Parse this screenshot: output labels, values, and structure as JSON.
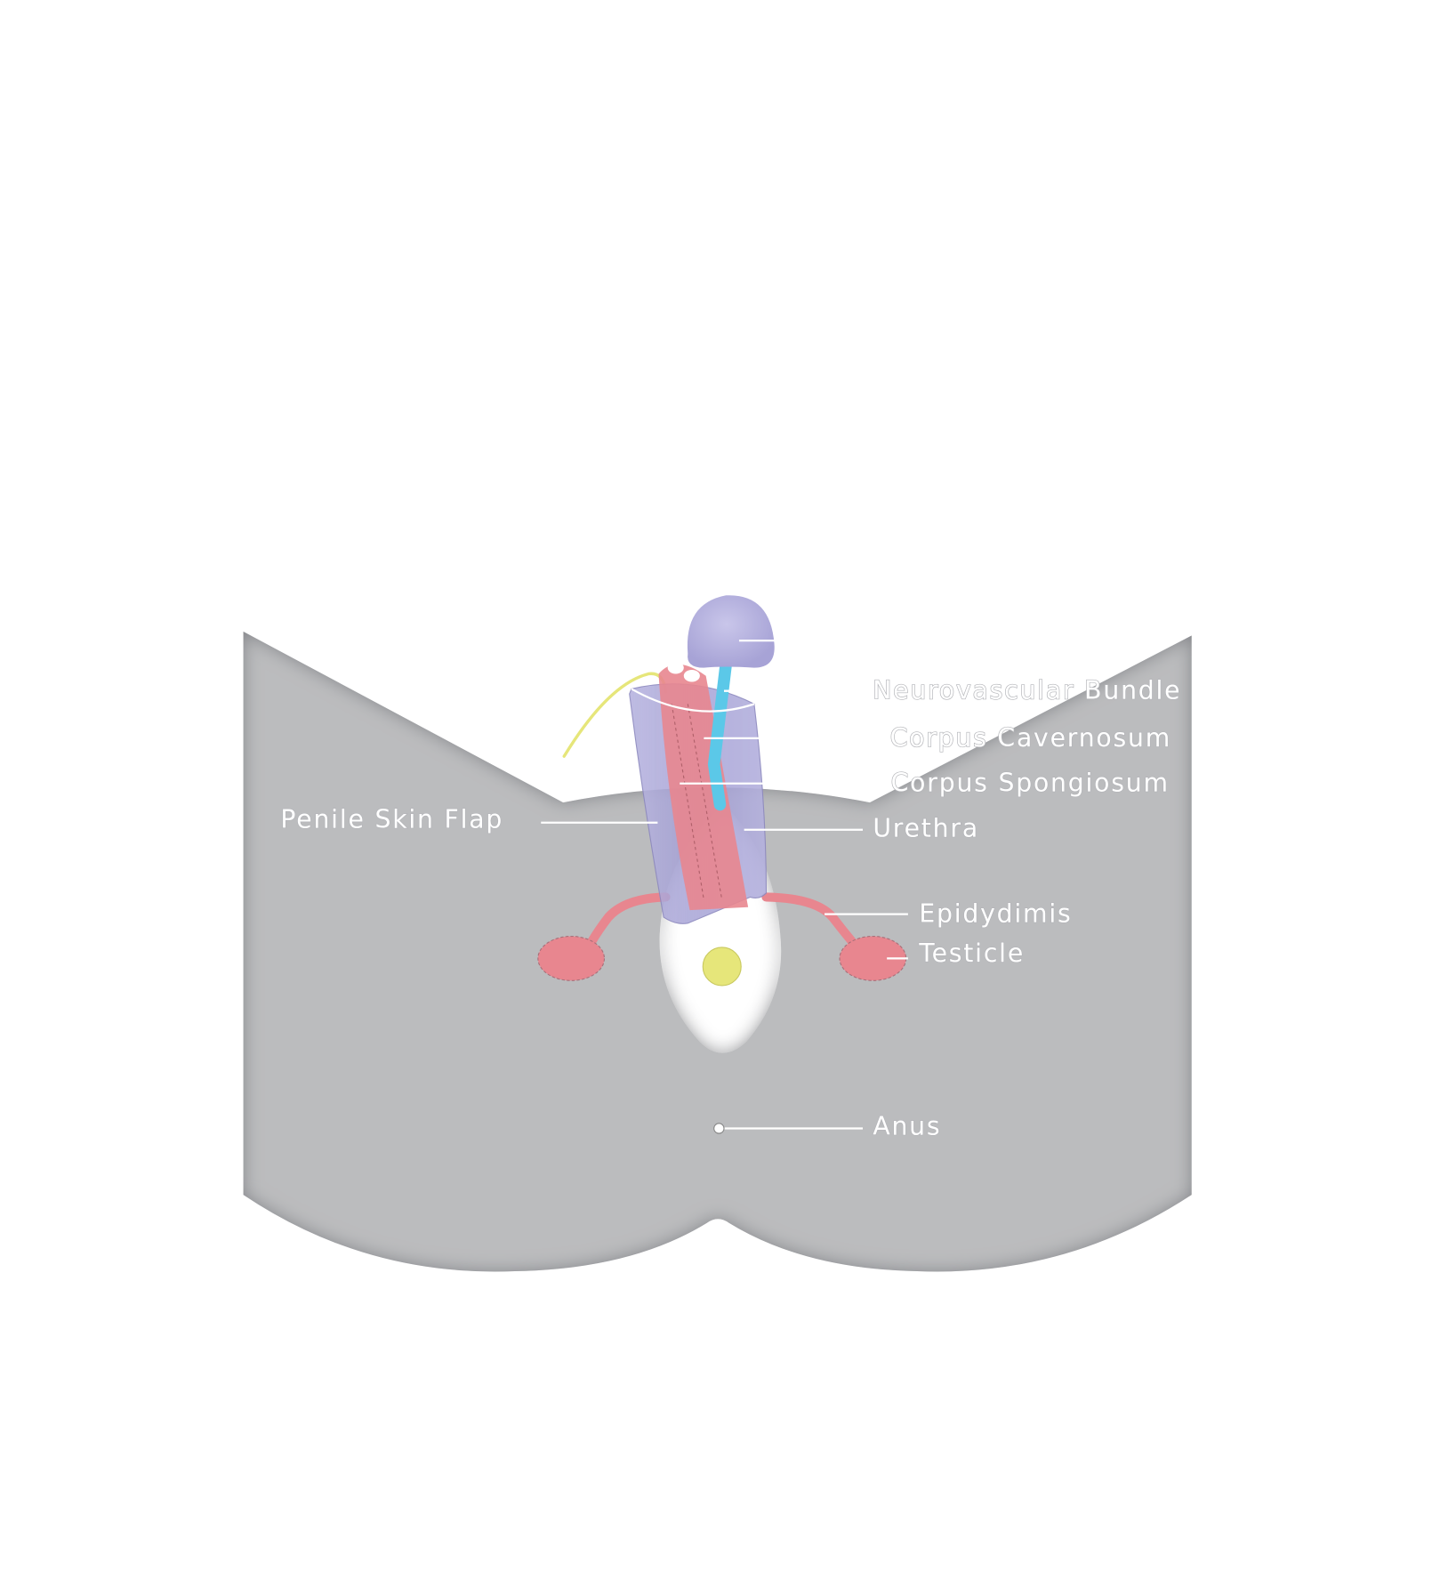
{
  "colors": {
    "body": "#bbbcbe",
    "shadow": "#8f9094",
    "skin_flap": "#a9a5d6",
    "corpus": "#e8868f",
    "urethra": "#5bc8e8",
    "nerve": "#e6e67a",
    "opening": "#ffffff",
    "label": "#ffffff"
  },
  "labels": {
    "neurovascular_bundle": "Neurovascular Bundle",
    "corpus_cavernosum": "Corpus Cavernosum",
    "corpus_spongiosum": "Corpus Spongiosum",
    "penile_skin_flap": "Penile Skin Flap",
    "urethra": "Urethra",
    "epididymis": "Epidydimis",
    "testicle": "Testicle",
    "anus": "Anus"
  }
}
